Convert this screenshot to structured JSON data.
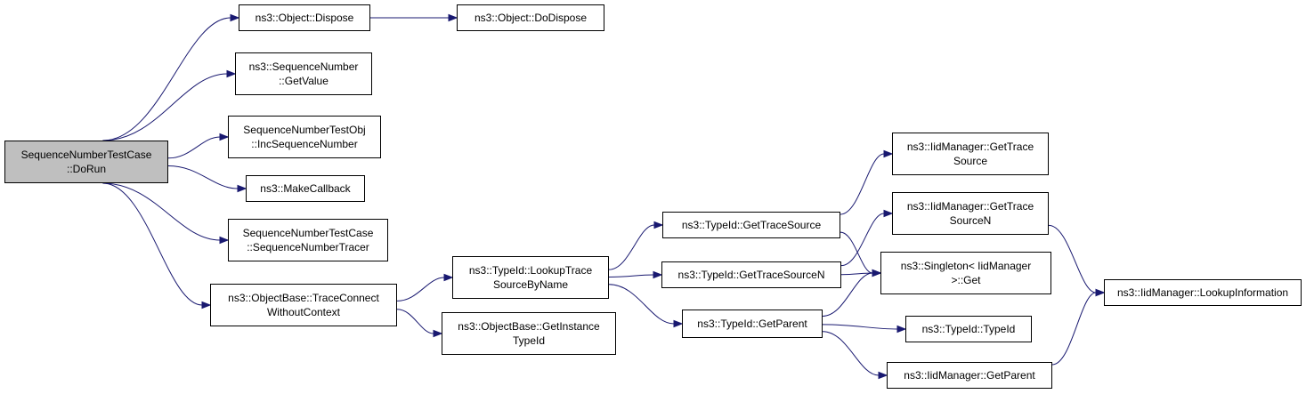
{
  "graph": {
    "edge_color": "#191970",
    "root_fill": "#bfbfbf",
    "nodes": [
      {
        "id": "n_dorun",
        "name": "node-sequence-number-test-case-do-run",
        "root": true,
        "lines": [
          "SequenceNumberTestCase",
          "::DoRun"
        ]
      },
      {
        "id": "n_dispose",
        "name": "node-object-dispose",
        "lines": [
          "ns3::Object::Dispose"
        ]
      },
      {
        "id": "n_dodispose",
        "name": "node-object-do-dispose",
        "lines": [
          "ns3::Object::DoDispose"
        ]
      },
      {
        "id": "n_getvalue",
        "name": "node-sequence-number-get-value",
        "lines": [
          "ns3::SequenceNumber",
          "::GetValue"
        ]
      },
      {
        "id": "n_incseq",
        "name": "node-test-obj-inc-sequence-number",
        "lines": [
          "SequenceNumberTestObj",
          "::IncSequenceNumber"
        ]
      },
      {
        "id": "n_makecb",
        "name": "node-make-callback",
        "lines": [
          "ns3::MakeCallback"
        ]
      },
      {
        "id": "n_tracer",
        "name": "node-sequence-number-tracer",
        "lines": [
          "SequenceNumberTestCase",
          "::SequenceNumberTracer"
        ]
      },
      {
        "id": "n_traceconnect",
        "name": "node-trace-connect-without-context",
        "lines": [
          "ns3::ObjectBase::TraceConnect",
          "WithoutContext"
        ]
      },
      {
        "id": "n_lookuptrace",
        "name": "node-typeid-lookup-trace-source-by-name",
        "lines": [
          "ns3::TypeId::LookupTrace",
          "SourceByName"
        ]
      },
      {
        "id": "n_getinstance",
        "name": "node-objectbase-get-instance-typeid",
        "lines": [
          "ns3::ObjectBase::GetInstance",
          "TypeId"
        ]
      },
      {
        "id": "n_gettracesource",
        "name": "node-typeid-get-trace-source",
        "lines": [
          "ns3::TypeId::GetTraceSource"
        ]
      },
      {
        "id": "n_gettracesourcen",
        "name": "node-typeid-get-trace-source-n",
        "lines": [
          "ns3::TypeId::GetTraceSourceN"
        ]
      },
      {
        "id": "n_getparent",
        "name": "node-typeid-get-parent",
        "lines": [
          "ns3::TypeId::GetParent"
        ]
      },
      {
        "id": "n_iid_gettracesource",
        "name": "node-iidmanager-get-trace-source",
        "lines": [
          "ns3::IidManager::GetTrace",
          "Source"
        ]
      },
      {
        "id": "n_iid_gettracesourcen",
        "name": "node-iidmanager-get-trace-source-n",
        "lines": [
          "ns3::IidManager::GetTrace",
          "SourceN"
        ]
      },
      {
        "id": "n_singleton",
        "name": "node-singleton-iidmanager-get",
        "lines": [
          "ns3::Singleton< IidManager",
          ">::Get"
        ]
      },
      {
        "id": "n_typeid_ctor",
        "name": "node-typeid-typeid",
        "lines": [
          "ns3::TypeId::TypeId"
        ]
      },
      {
        "id": "n_iid_getparent",
        "name": "node-iidmanager-get-parent",
        "lines": [
          "ns3::IidManager::GetParent"
        ]
      },
      {
        "id": "n_lookupinfo",
        "name": "node-iidmanager-lookup-information",
        "lines": [
          "ns3::IidManager::LookupInformation"
        ]
      }
    ],
    "edges": [
      {
        "from": "n_dorun",
        "to": "n_dispose"
      },
      {
        "from": "n_dispose",
        "to": "n_dodispose"
      },
      {
        "from": "n_dorun",
        "to": "n_getvalue"
      },
      {
        "from": "n_dorun",
        "to": "n_incseq"
      },
      {
        "from": "n_dorun",
        "to": "n_makecb"
      },
      {
        "from": "n_dorun",
        "to": "n_tracer"
      },
      {
        "from": "n_dorun",
        "to": "n_traceconnect"
      },
      {
        "from": "n_traceconnect",
        "to": "n_lookuptrace"
      },
      {
        "from": "n_traceconnect",
        "to": "n_getinstance"
      },
      {
        "from": "n_lookuptrace",
        "to": "n_gettracesource"
      },
      {
        "from": "n_lookuptrace",
        "to": "n_gettracesourcen"
      },
      {
        "from": "n_lookuptrace",
        "to": "n_getparent"
      },
      {
        "from": "n_gettracesource",
        "to": "n_iid_gettracesource"
      },
      {
        "from": "n_gettracesource",
        "to": "n_singleton"
      },
      {
        "from": "n_gettracesourcen",
        "to": "n_iid_gettracesourcen"
      },
      {
        "from": "n_gettracesourcen",
        "to": "n_singleton"
      },
      {
        "from": "n_getparent",
        "to": "n_singleton"
      },
      {
        "from": "n_getparent",
        "to": "n_typeid_ctor"
      },
      {
        "from": "n_getparent",
        "to": "n_iid_getparent"
      },
      {
        "from": "n_iid_gettracesourcen",
        "to": "n_lookupinfo"
      },
      {
        "from": "n_iid_getparent",
        "to": "n_lookupinfo"
      }
    ]
  }
}
